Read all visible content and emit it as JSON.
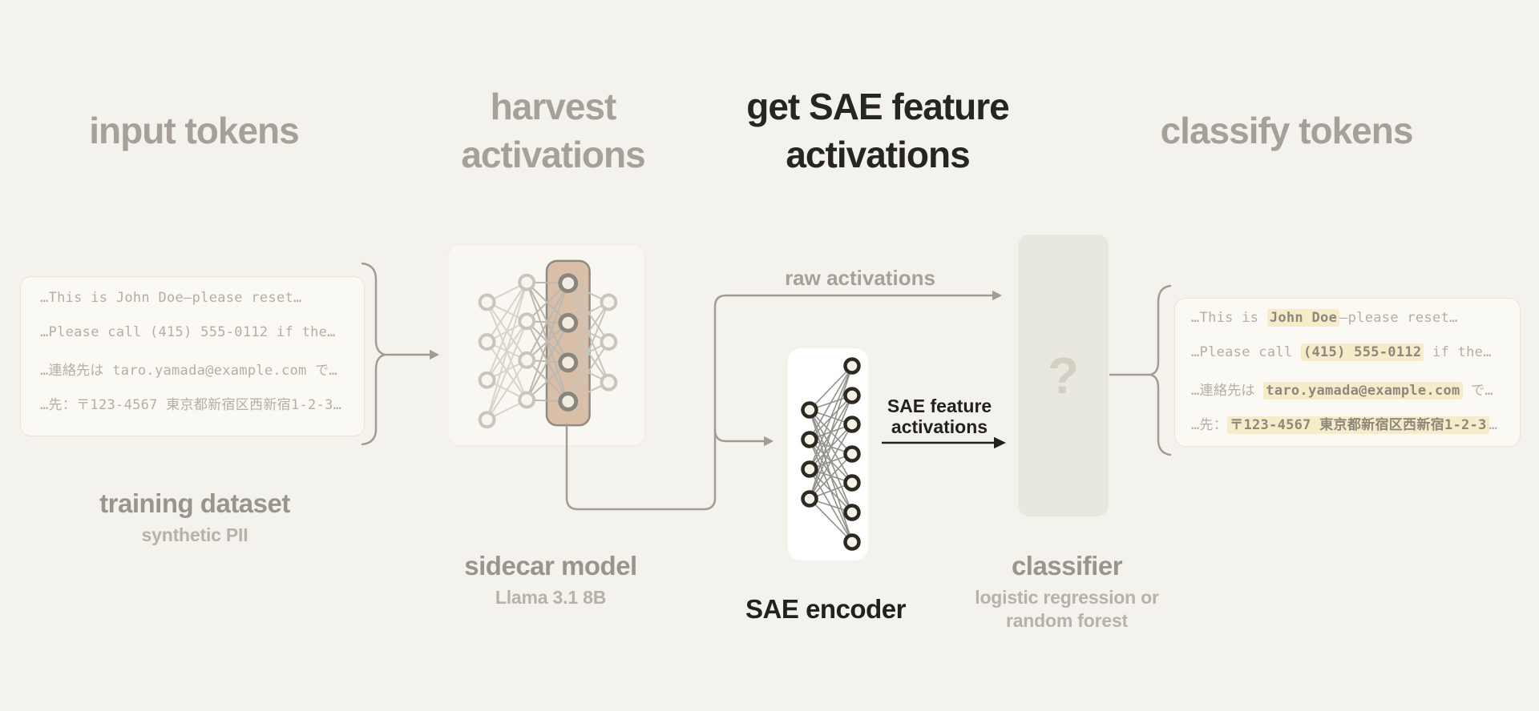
{
  "steps": [
    {
      "label": "input tokens"
    },
    {
      "label": "harvest activations"
    },
    {
      "label": "get SAE feature activations"
    },
    {
      "label": "classify tokens"
    }
  ],
  "input_box": {
    "lines": [
      "…This is John Doe—please reset…",
      "…Please call (415) 555-0112 if the…",
      "…連絡先は taro.yamada@example.com で…",
      "…先：〒123-4567 東京都新宿区西新宿1-2-3…"
    ]
  },
  "output_box": {
    "lines": [
      {
        "prefix": "…This is ",
        "highlight": "John Doe",
        "suffix": "—please reset…"
      },
      {
        "prefix": "…Please call ",
        "highlight": "(415) 555-0112",
        "suffix": " if the…"
      },
      {
        "prefix": "…連絡先は ",
        "highlight": "taro.yamada@example.com",
        "suffix": " で…"
      },
      {
        "prefix": "…先：",
        "highlight": "〒123-4567 東京都新宿区西新宿1-2-3",
        "suffix": "…"
      }
    ]
  },
  "arrows": {
    "raw_activations_label": "raw activations",
    "sae_feature_label": "SAE feature activations"
  },
  "labels": {
    "training_dataset": {
      "title": "training dataset",
      "subtitle": "synthetic PII"
    },
    "sidecar_model": {
      "title": "sidecar model",
      "subtitle": "Llama 3.1 8B"
    },
    "sae_encoder": {
      "title": "SAE encoder"
    },
    "classifier": {
      "title": "classifier",
      "subtitle": "logistic regression or random forest"
    }
  },
  "classifier_box": {
    "placeholder": "?"
  },
  "colors": {
    "background": "#f4f2ec",
    "muted_text": "#a5a19a",
    "emphasis_text": "#272521",
    "box_text": "#b3afa6",
    "pii_highlight_bg": "#f7ecca",
    "pii_highlight_text": "#8c887e",
    "accent_tan": "#d9bfa7",
    "arrow_gray": "#a19d95",
    "arrow_black": "#23211d"
  }
}
